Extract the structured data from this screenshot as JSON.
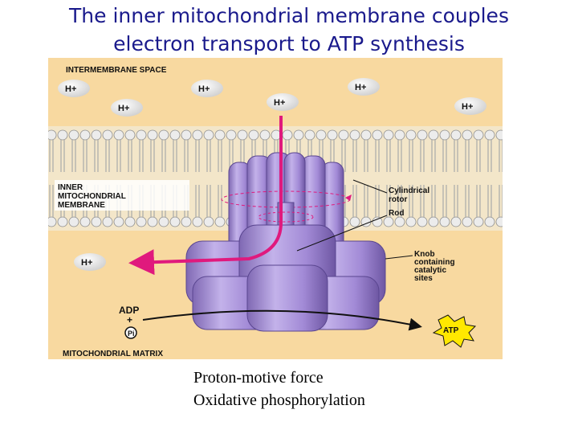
{
  "title": {
    "line1": "The inner mitochondrial membrane couples",
    "line2": "electron transport to ATP synthesis"
  },
  "diagram": {
    "region_top": "INTERMEMBRANE SPACE",
    "region_bottom": "MITOCHONDRIAL MATRIX",
    "membrane_label": [
      "INNER",
      "MITOCHONDRIAL",
      "MEMBRANE"
    ],
    "proton": "H+",
    "rotor_label": [
      "Cylindrical",
      "rotor"
    ],
    "rod_label": "Rod",
    "knob_label": [
      "Knob",
      "containing",
      "catalytic",
      "sites"
    ],
    "adp": "ADP",
    "plus": "+",
    "pi": "Pi",
    "atp": "ATP",
    "colors": {
      "background": "#f8d9a0",
      "lipid_head": "#ececec",
      "lipid_tail": "#c8c8c8",
      "enzyme": "#a98fd4",
      "proton_arrow": "#e0197d",
      "atp_burst": "#ffe800"
    }
  },
  "caption": {
    "line1": "Proton-motive force",
    "line2": "Oxidative phosphorylation"
  }
}
